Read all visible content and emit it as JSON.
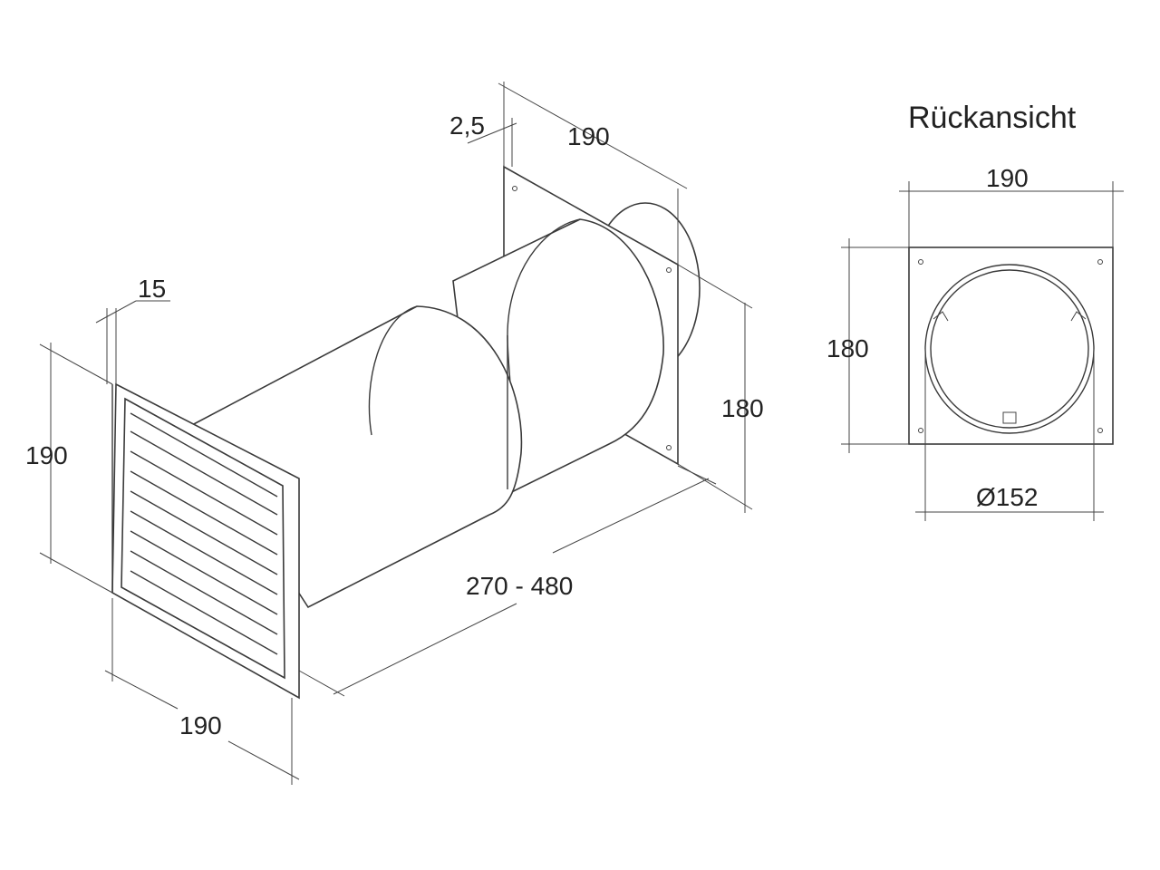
{
  "title": "Rückansicht",
  "dimensions": {
    "flange_thickness": "2,5",
    "flange_width": "190",
    "flange_height": "180",
    "grille_depth": "15",
    "grille_height": "190",
    "grille_width": "190",
    "tube_length": "270 - 480",
    "rear_width": "190",
    "rear_height": "180",
    "rear_diameter": "Ø152"
  }
}
